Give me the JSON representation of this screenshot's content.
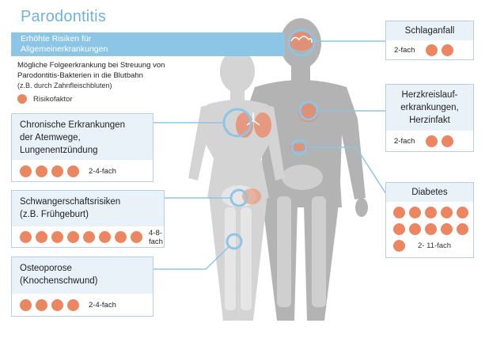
{
  "title": "Parodontitis",
  "banner": {
    "line1": "Erhöhte Risiken für",
    "line2": "Allgemeinerkrankungen"
  },
  "subtext": {
    "line1": "Mögliche Folgeerkrankung bei Streuung von",
    "line2": "Parodontitis-Bakterien in die Blutbahn",
    "line3": "(z.B. durch Zahnfleischbluten)"
  },
  "legend": {
    "label": "Risikofaktor"
  },
  "colors": {
    "accent": "#ec8661",
    "title": "#6fb4dc",
    "banner": "#8cc5e6",
    "box_head": "#e9f1f9",
    "figure_dark": "#b3b3b3",
    "figure_light": "#d4d4d4"
  },
  "risks": {
    "atemwege": {
      "line1": "Chronische Erkrankungen",
      "line2": "der Atemwege,",
      "line3": "Lungenentzündung",
      "factor": "2-4-fach",
      "count": 4
    },
    "schwangerschaft": {
      "line1": "Schwangerschaftsrisiken",
      "line2": "(z.B. Frühgeburt)",
      "factor": "4-8-fach",
      "count": 8
    },
    "osteoporose": {
      "line1": "Osteoporose",
      "line2": "(Knochenschwund)",
      "factor": "2-4-fach",
      "count": 4
    },
    "schlaganfall": {
      "line1": "Schlaganfall",
      "factor": "2-fach",
      "count": 2
    },
    "herz": {
      "line1": "Herzkreislauf-",
      "line2": "erkrankungen,",
      "line3": "Herzinfakt",
      "factor": "2-fach",
      "count": 2
    },
    "diabetes": {
      "line1": "Diabetes",
      "factor": "2- 11-fach",
      "count": 11
    }
  }
}
